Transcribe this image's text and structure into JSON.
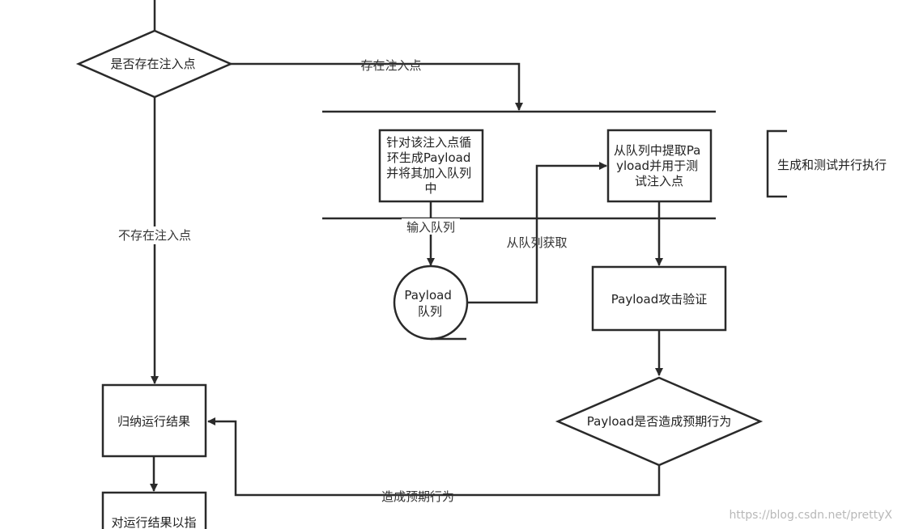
{
  "nodes": {
    "has_injection": "是否存在注入点",
    "gen_payload": [
      "针对该注入点循",
      "环生成Payload",
      "并将其加入队列",
      "中"
    ],
    "fetch_test": [
      "从队列中提取Pa",
      "yload并用于测",
      "试注入点"
    ],
    "payload_queue": [
      "Payload",
      "队列"
    ],
    "attack_verify": "Payload攻击验证",
    "expected_behavior": "Payload是否造成预期行为",
    "summarize": "归纳运行结果",
    "report": "对运行结果以指"
  },
  "edges": {
    "exists": "存在注入点",
    "not_exists": "不存在注入点",
    "enqueue": "输入队列",
    "dequeue": "从队列获取",
    "caused": "造成预期行为"
  },
  "annotation": "生成和测试并行执行",
  "watermark": "https://blog.csdn.net/prettyX"
}
